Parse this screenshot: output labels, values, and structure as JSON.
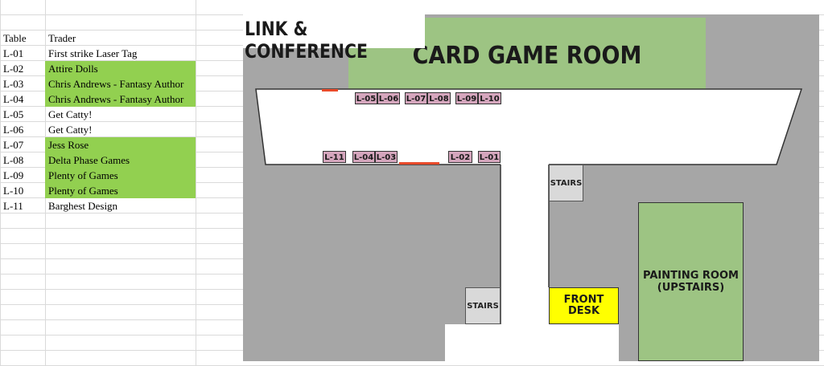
{
  "sheet": {
    "headers": {
      "table": "Table",
      "trader": "Trader"
    },
    "rows": [
      {
        "table": "L-01",
        "trader": "First strike Laser Tag",
        "highlight": false
      },
      {
        "table": "L-02",
        "trader": "Attire Dolls",
        "highlight": true
      },
      {
        "table": "L-03",
        "trader": "Chris Andrews - Fantasy Author",
        "highlight": true
      },
      {
        "table": "L-04",
        "trader": "Chris Andrews - Fantasy Author",
        "highlight": true
      },
      {
        "table": "L-05",
        "trader": "Get Catty!",
        "highlight": false
      },
      {
        "table": "L-06",
        "trader": "Get Catty!",
        "highlight": false
      },
      {
        "table": "L-07",
        "trader": "Jess Rose",
        "highlight": true
      },
      {
        "table": "L-08",
        "trader": "Delta Phase Games",
        "highlight": true
      },
      {
        "table": "L-09",
        "trader": "Plenty of Games",
        "highlight": true
      },
      {
        "table": "L-10",
        "trader": "Plenty of Games",
        "highlight": true
      },
      {
        "table": "L-11",
        "trader": "Barghest Design",
        "highlight": false
      }
    ],
    "highlight_color": "#92d050"
  },
  "map": {
    "title": "LINK & CONFERENCE",
    "card_game_room": "CARD GAME ROOM",
    "painting_room_line1": "PAINTING ROOM",
    "painting_room_line2": "(UPSTAIRS)",
    "front_desk_line1": "FRONT",
    "front_desk_line2": "DESK",
    "stairs_label": "STAIRS",
    "tables": {
      "l01": "L-01",
      "l02": "L-02",
      "l03": "L-03",
      "l04": "L-04",
      "l05": "L-05",
      "l06": "L-06",
      "l07": "L-07",
      "l08": "L-08",
      "l09": "L-09",
      "l10": "L-10",
      "l11": "L-11"
    },
    "colors": {
      "room_green": "#9dc483",
      "floor_gray": "#a6a6a6",
      "table_pink": "#d5a6bd",
      "front_desk_yellow": "#ffff00",
      "door_red": "#e84a2a"
    }
  }
}
